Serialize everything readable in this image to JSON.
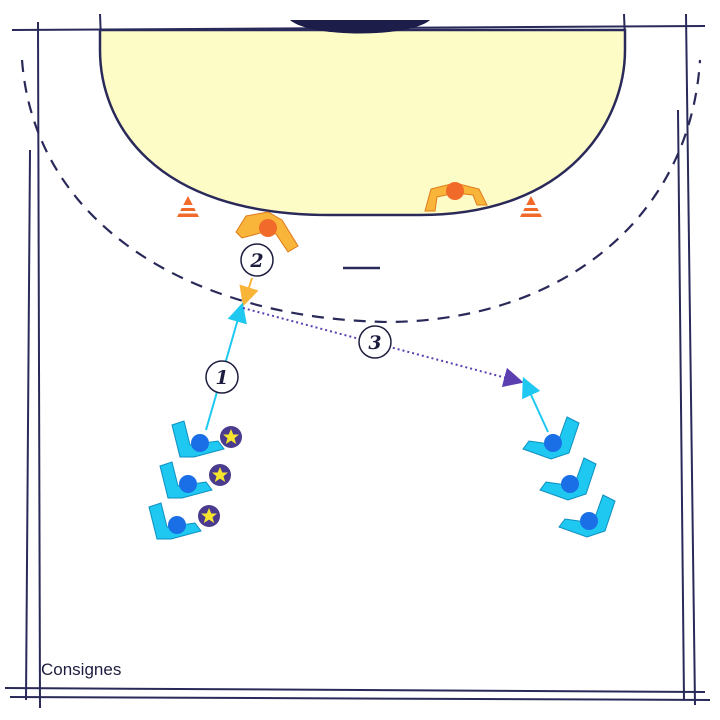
{
  "caption": "Consignes",
  "steps": [
    {
      "label": "1"
    },
    {
      "label": "2"
    },
    {
      "label": "3"
    }
  ],
  "colors": {
    "court_line": "#2a2a5a",
    "goal_area_fill": "#fdfbc6",
    "attacker": "#1a6fe6",
    "attacker_body": "#1ec8f0",
    "defender": "#f26a2a",
    "defender_body": "#f9b43a",
    "cone": "#f26a2a",
    "ball_marker": "#f5e52c",
    "run_arrow": "#1ec8f0",
    "pass_arrow": "#5b3fb0",
    "defender_move": "#f9b43a"
  },
  "icons": [
    "cone-icon",
    "star-ball-icon",
    "goal-icon"
  ]
}
